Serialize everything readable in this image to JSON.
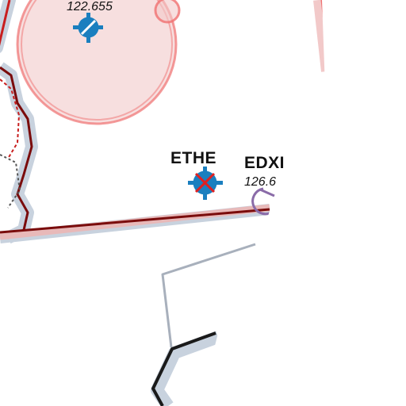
{
  "map": {
    "colors": {
      "restricted_fill": "#f2c9c9",
      "restricted_stroke": "#f07070",
      "boundary_dark_red": "#7a0c0c",
      "boundary_red": "#c81e1e",
      "halo": "#c8d2de",
      "airport_blue": "#1a7fbf",
      "closed_cross": "#e02020",
      "heliport_purple": "#8a6ba8",
      "airspace_gray": "#a8b0bc",
      "line_black": "#1a1a1a"
    },
    "airports": [
      {
        "ident": "",
        "frequency": "122.655",
        "icon": "airport-icon",
        "status": "open"
      },
      {
        "ident": "ETHE",
        "frequency": "",
        "icon": "airport-closed-icon",
        "status": "closed"
      },
      {
        "ident": "EDXI",
        "frequency": "126.6",
        "icon": "heliport-icon",
        "status": "open"
      }
    ]
  }
}
